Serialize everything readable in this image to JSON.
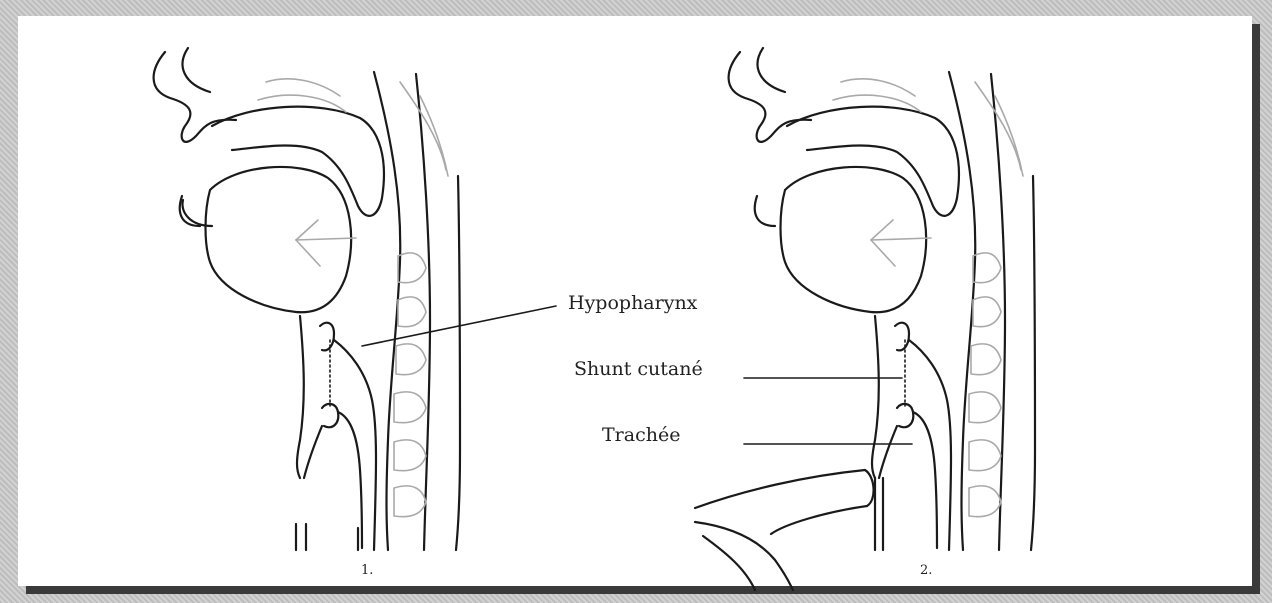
{
  "labels": {
    "hypopharynx": "Hypopharynx",
    "shunt": "Shunt cutané",
    "trachea": "Trachée"
  },
  "figures": {
    "fig1": "1.",
    "fig2": "2."
  },
  "colors": {
    "ink": "#1a1a1a",
    "faint": "#9a9a9a",
    "background": "#ffffff",
    "frame_shadow": "#3a3a3a"
  }
}
